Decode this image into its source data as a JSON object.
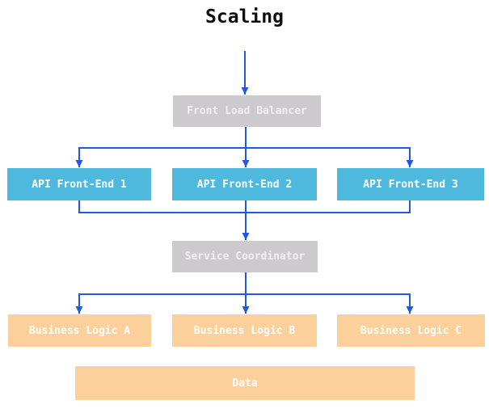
{
  "title": "Scaling",
  "colors": {
    "node_gray": "#cccacd",
    "node_cyan": "#4fb9dd",
    "node_orange": "#fcd09a",
    "arrow_blue": "#2257e6",
    "title_text": "#0d0d0d",
    "node_text": "#ffffff"
  },
  "nodes": {
    "front_load_balancer": {
      "label": "Front Load Balancer",
      "color_role": "gray"
    },
    "api_front_end_1": {
      "label": "API Front-End 1",
      "color_role": "cyan"
    },
    "api_front_end_2": {
      "label": "API Front-End 2",
      "color_role": "cyan"
    },
    "api_front_end_3": {
      "label": "API Front-End 3",
      "color_role": "cyan"
    },
    "service_coordinator": {
      "label": "Service Coordinator",
      "color_role": "gray"
    },
    "business_logic_a": {
      "label": "Business Logic A",
      "color_role": "orange"
    },
    "business_logic_b": {
      "label": "Business Logic B",
      "color_role": "orange"
    },
    "business_logic_c": {
      "label": "Business Logic C",
      "color_role": "orange"
    },
    "data": {
      "label": "Data",
      "color_role": "orange"
    }
  },
  "edges": [
    {
      "from": "(entry)",
      "to": "Front Load Balancer"
    },
    {
      "from": "Front Load Balancer",
      "to": "API Front-End 1"
    },
    {
      "from": "Front Load Balancer",
      "to": "API Front-End 2"
    },
    {
      "from": "Front Load Balancer",
      "to": "API Front-End 3"
    },
    {
      "from": "API Front-End 1",
      "to": "Service Coordinator"
    },
    {
      "from": "API Front-End 2",
      "to": "Service Coordinator"
    },
    {
      "from": "API Front-End 3",
      "to": "Service Coordinator"
    },
    {
      "from": "Service Coordinator",
      "to": "Business Logic A"
    },
    {
      "from": "Service Coordinator",
      "to": "Business Logic B"
    },
    {
      "from": "Service Coordinator",
      "to": "Business Logic C"
    }
  ]
}
